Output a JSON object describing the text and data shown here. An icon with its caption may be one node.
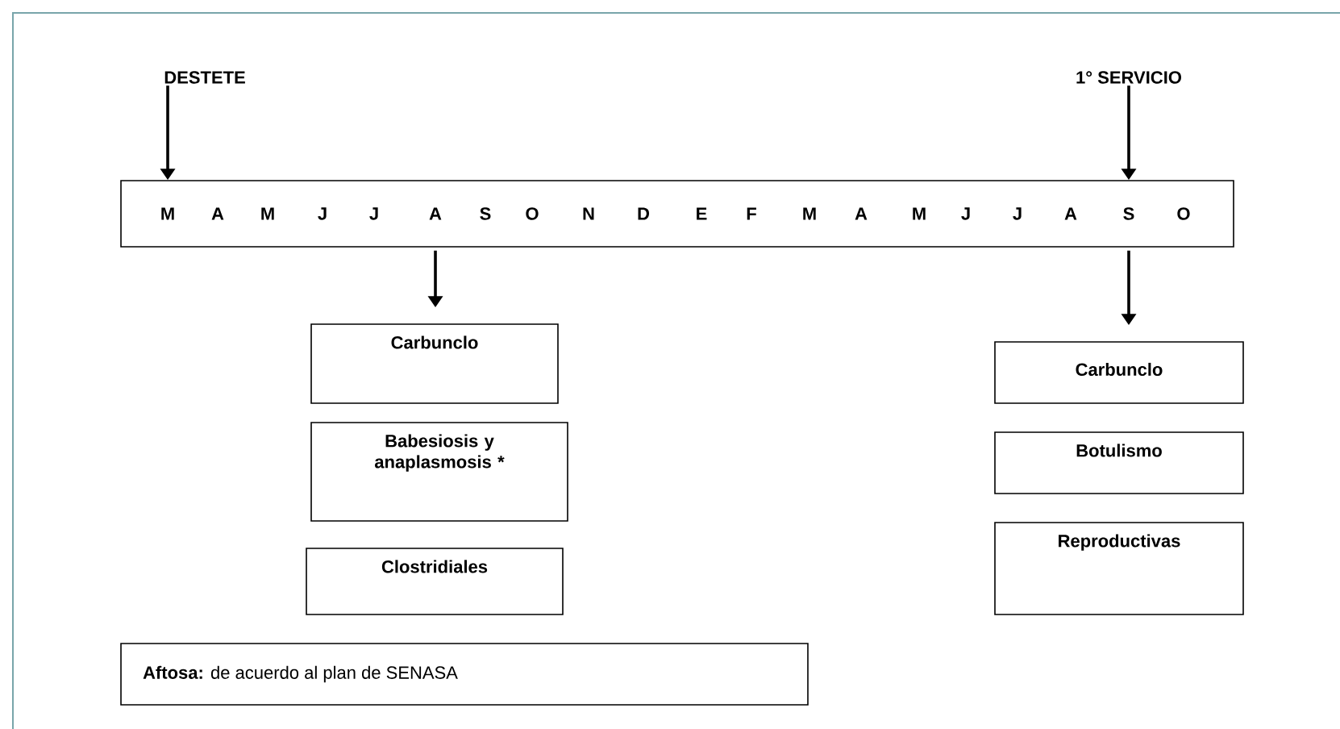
{
  "diagram": {
    "nodes": [
      {
        "text": [
          "DESTETE"
        ]
      },
      {
        "text": [
          "1° SERVICIO"
        ]
      },
      {
        "text": [
          "M",
          "A",
          "M",
          "J",
          "J",
          "A",
          "S",
          "O",
          "N",
          "D",
          "E",
          "F",
          "M",
          "A",
          "M",
          "J",
          "J",
          "A",
          "S",
          "O"
        ]
      },
      {
        "text": [
          "Carbunclo"
        ]
      },
      {
        "text": [
          "Babesiosis y anaplasmosis *"
        ]
      },
      {
        "text": [
          "Clostridiales"
        ]
      },
      {
        "text": [
          "**Aftosa:** de acuerdo al plan de SENASA"
        ]
      },
      {
        "text": [
          "Carbunclo"
        ]
      },
      {
        "text": [
          "Botulismo"
        ]
      },
      {
        "text": [
          "Reproductivas"
        ]
      }
    ],
    "edges": [
      {
        "from": 0,
        "to": 2,
        "arrow": "to"
      },
      {
        "from": 1,
        "to": 2,
        "arrow": "to"
      },
      {
        "from": 2,
        "to": 3,
        "arrow": "to"
      },
      {
        "from": 2,
        "to": 7,
        "arrow": "to"
      }
    ]
  }
}
